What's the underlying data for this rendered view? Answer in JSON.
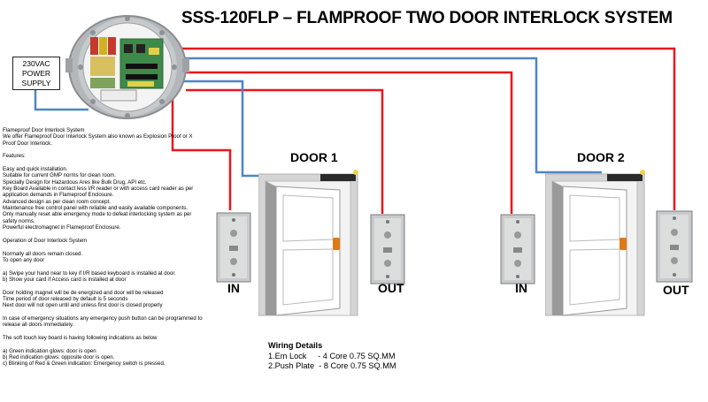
{
  "title": "SSS-120FLP – FLAMPROOF TWO DOOR INTERLOCK SYSTEM",
  "power_supply": {
    "line1": "230VAC",
    "line2": "POWER",
    "line3": "SUPPLY"
  },
  "doors": [
    {
      "label": "DOOR 1",
      "in_label": "IN",
      "out_label": "OUT"
    },
    {
      "label": "DOOR 2",
      "in_label": "IN",
      "out_label": "OUT"
    }
  ],
  "colors": {
    "red_wire": "#e8171b",
    "blue_wire": "#4f86c6",
    "door_frame": "#cfcfcf",
    "handle": "#e07a16"
  },
  "description": [
    "Flameproof Door Interlock System",
    "We offer Flameproof Door Interlock System also known as Explosion Proof or X",
    "Proof Door Interlock.",
    "",
    "Features:",
    "",
    "Easy and quick installation.",
    "Suitable for current GMP norms for clean room.",
    "Specially Design for Hazardous Ares like Bulk Drug, API etc.",
    "Key Board Available in contact less I/R reader or with access card reader as per",
    "application demands in Flameproof Enclosure.",
    "Advanced design as per clean room concept.",
    "Maintenance free control panel with reliable and easily available components.",
    "Only manually reset able emergency mode to defeat interlocking system as per",
    "safety norms.",
    "Powerful electromagnet in Flameproof Enclosure.",
    "",
    "Operation of Door Interlock System",
    "",
    "Normally all doors remain closed.",
    "To open any door",
    "",
    "a) Swipe your hand near to key if I/R based keyboard is installed at door.",
    "b) Show your card if Access card is installed at door",
    "",
    "Door holding magnet will be de energized and door will be released",
    "Time period of door released by default is 5 seconds",
    "Next door will not open until and unless first door is closed properly",
    "",
    "In case of emergency situations any emergency push button can be programmed to",
    "release all doors immediately.",
    "",
    "The soft touch key board is having following indications as below",
    "",
    "a) Green indication glows: door is open",
    "b) Red indication glows: opposite door is open.",
    "c) Blinking of Red & Green indication: Emergency switch is pressed."
  ],
  "wiring": {
    "heading": "Wiring Details",
    "line1": "1.Em Lock     - 4 Core 0.75 SQ.MM",
    "line2": "2.Push Plate  - 8 Core 0.75 SQ.MM"
  }
}
